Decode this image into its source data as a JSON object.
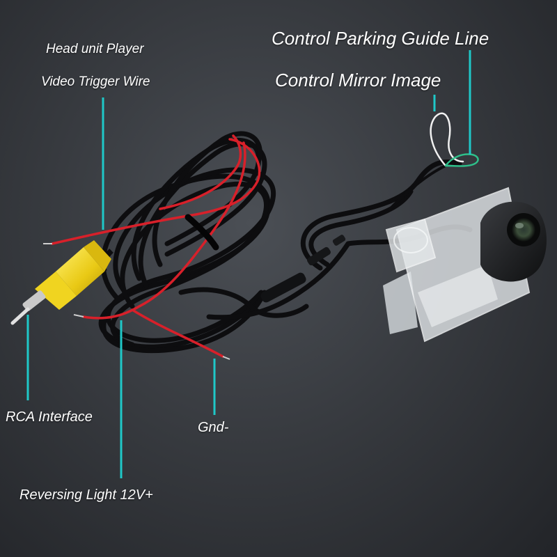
{
  "labels": {
    "head_unit": "Head unit Player",
    "video_trigger": "Video Trigger Wire",
    "parking_guide": "Control Parking Guide Line",
    "mirror_image": "Control Mirror Image",
    "rca": "RCA Interface",
    "gnd": "Gnd-",
    "reversing": "Reversing Light 12V+"
  },
  "colors": {
    "background": "#3a3d42",
    "leader_line": "#1fc8c8",
    "cable": "#0d0d0f",
    "red_wire": "#d8202a",
    "rca_plug": "#f2d21a",
    "camera_body": "#1a1b1d",
    "bracket": "#d9dde0"
  }
}
